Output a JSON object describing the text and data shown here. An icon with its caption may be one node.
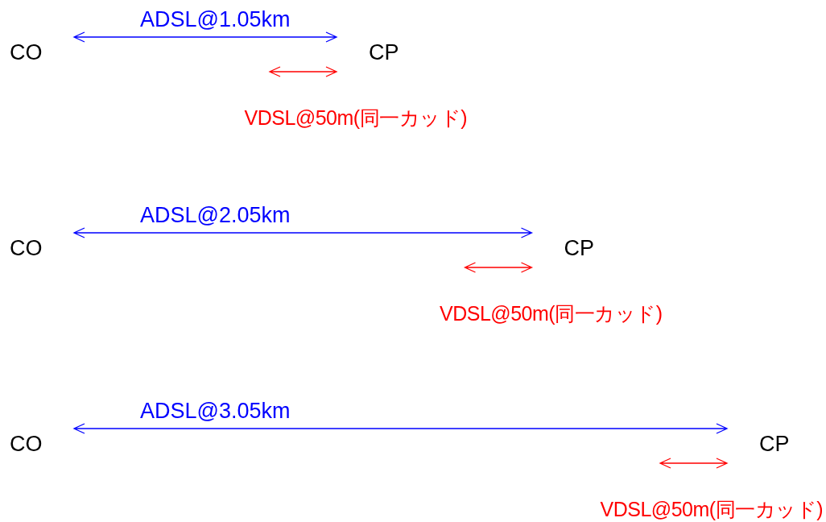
{
  "diagram": {
    "labels": [
      "ADSL@1.05km",
      "CO",
      "CP",
      "VDSL@50m(同一カッド)",
      "ADSL@2.05km",
      "CO",
      "CP",
      "VDSL@50m(同一カッド)",
      "ADSL@3.05km",
      "CO",
      "CP",
      "VDSL@50m(同一カッド)"
    ]
  }
}
